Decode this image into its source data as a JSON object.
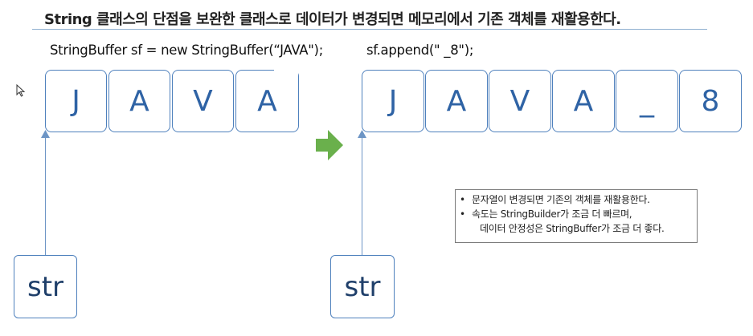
{
  "title": "String 클래스의 단점을 보완한 클래스로 데이터가 변경되면 메모리에서 기존 객체를 재활용한다.",
  "left_code": "StringBuffer sf = new StringBuffer(“JAVA\");",
  "right_code": "sf.append(\" _8\");",
  "left_boxes": [
    "J",
    "A",
    "V",
    "A"
  ],
  "right_boxes": [
    "J",
    "A",
    "V",
    "A",
    "_",
    "8"
  ],
  "left_ref": "str",
  "right_ref": "str",
  "note": {
    "item1": "문자열이 변경되면 기존의 객체를 재활용한다.",
    "item2_line1": "속도는 StringBuilder가 조금 더 빠르며,",
    "item2_line2": "데이터 안정성은 StringBuffer가 조금 더 좋다.",
    "bullet": "•"
  },
  "colors": {
    "box_border": "#4f81bd",
    "letters": "#2f63a5",
    "arrow_green": "#6ab04c"
  },
  "icons": [
    "cursor-icon",
    "green-right-arrow-icon"
  ]
}
